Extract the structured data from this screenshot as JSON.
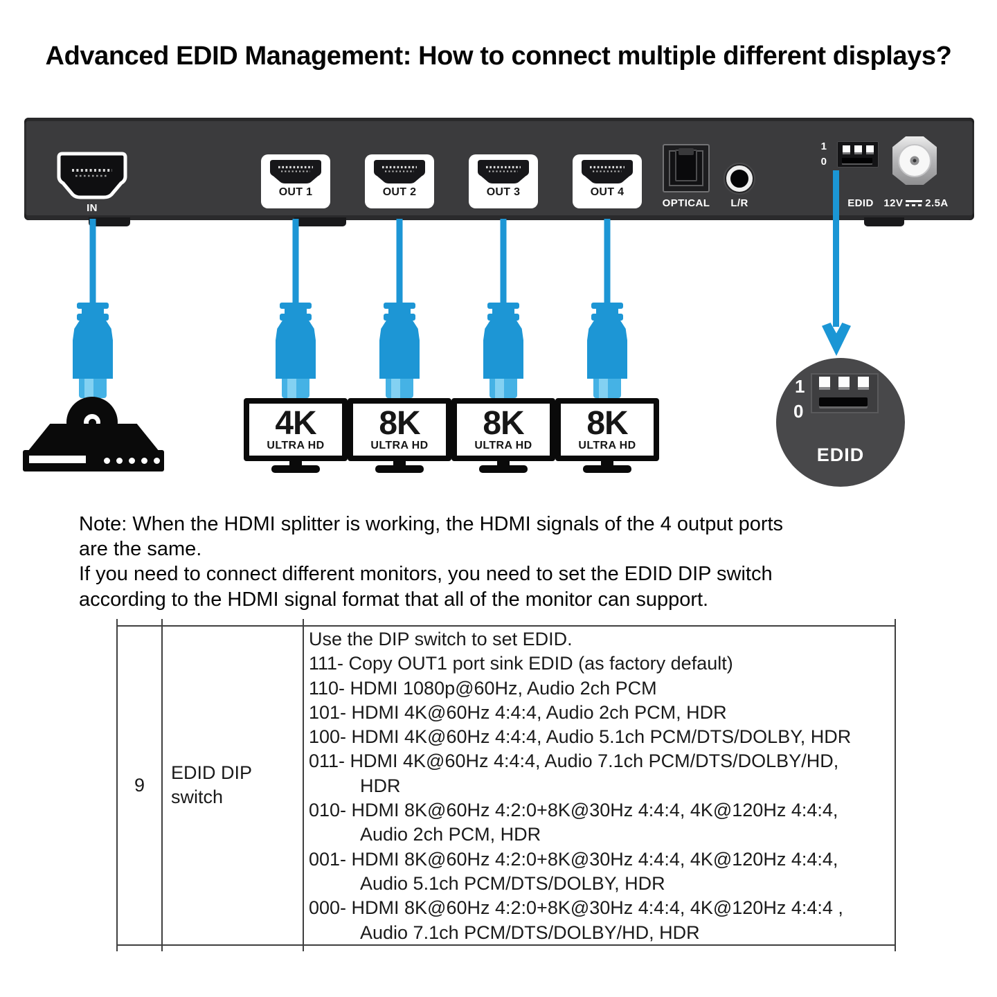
{
  "title": "Advanced EDID Management: How to connect multiple different displays?",
  "panel": {
    "in_label": "IN",
    "out_labels": [
      "OUT 1",
      "OUT 2",
      "OUT 3",
      "OUT 4"
    ],
    "optical_label": "OPTICAL",
    "lr_label": "L/R",
    "dip": {
      "one": "1",
      "zero": "0"
    },
    "edid_label": "EDID",
    "power": {
      "volts": "12V",
      "amps": "2.5A"
    }
  },
  "monitors": [
    {
      "res": "4K",
      "sub": "ULTRA HD"
    },
    {
      "res": "8K",
      "sub": "ULTRA HD"
    },
    {
      "res": "8K",
      "sub": "ULTRA HD"
    },
    {
      "res": "8K",
      "sub": "ULTRA HD"
    }
  ],
  "edid_callout": {
    "one": "1",
    "zero": "0",
    "label": "EDID"
  },
  "note_lines": [
    "Note: When the HDMI splitter is working, the HDMI signals of the 4 output ports",
    "are the same.",
    "If you need to connect different monitors, you need to set the EDID DIP switch",
    "according to the HDMI signal format that all of the monitor can support."
  ],
  "table": {
    "row_number": "9",
    "row_title_lines": [
      "EDID DIP",
      "switch"
    ],
    "description_lines": [
      "Use the DIP switch to set EDID.",
      "111- Copy OUT1 port sink EDID (as factory default)",
      "110- HDMI 1080p@60Hz, Audio 2ch PCM",
      "101- HDMI 4K@60Hz 4:4:4, Audio 2ch PCM, HDR",
      "100- HDMI 4K@60Hz 4:4:4, Audio 5.1ch PCM/DTS/DOLBY, HDR",
      "011- HDMI 4K@60Hz 4:4:4, Audio 7.1ch PCM/DTS/DOLBY/HD,",
      "HDR",
      "010- HDMI 8K@60Hz 4:2:0+8K@30Hz 4:4:4, 4K@120Hz 4:4:4,",
      "Audio 2ch PCM, HDR",
      "001- HDMI 8K@60Hz 4:2:0+8K@30Hz 4:4:4, 4K@120Hz 4:4:4,",
      "Audio 5.1ch PCM/DTS/DOLBY, HDR",
      "000- HDMI 8K@60Hz 4:2:0+8K@30Hz 4:4:4, 4K@120Hz 4:4:4 ,",
      "Audio 7.1ch PCM/DTS/DOLBY/HD, HDR"
    ]
  },
  "colors": {
    "cable_blue": "#1b96d5",
    "cable_tip_blue": "#45b2e5",
    "panel_dark": "#3b3b3d",
    "callout_gray": "#48484a"
  },
  "icons": {
    "hdmi-port-icon": "svg-shape",
    "optical-port-icon": "css-shape",
    "audio-jack-icon": "css-shape",
    "dip-switch-icon": "css-shape",
    "power-jack-icon": "css-shape",
    "hdmi-cable-icon": "css-shape",
    "dvd-player-icon": "css-shape",
    "monitor-icon": "css-shape",
    "down-arrow-icon": "css-shape"
  }
}
